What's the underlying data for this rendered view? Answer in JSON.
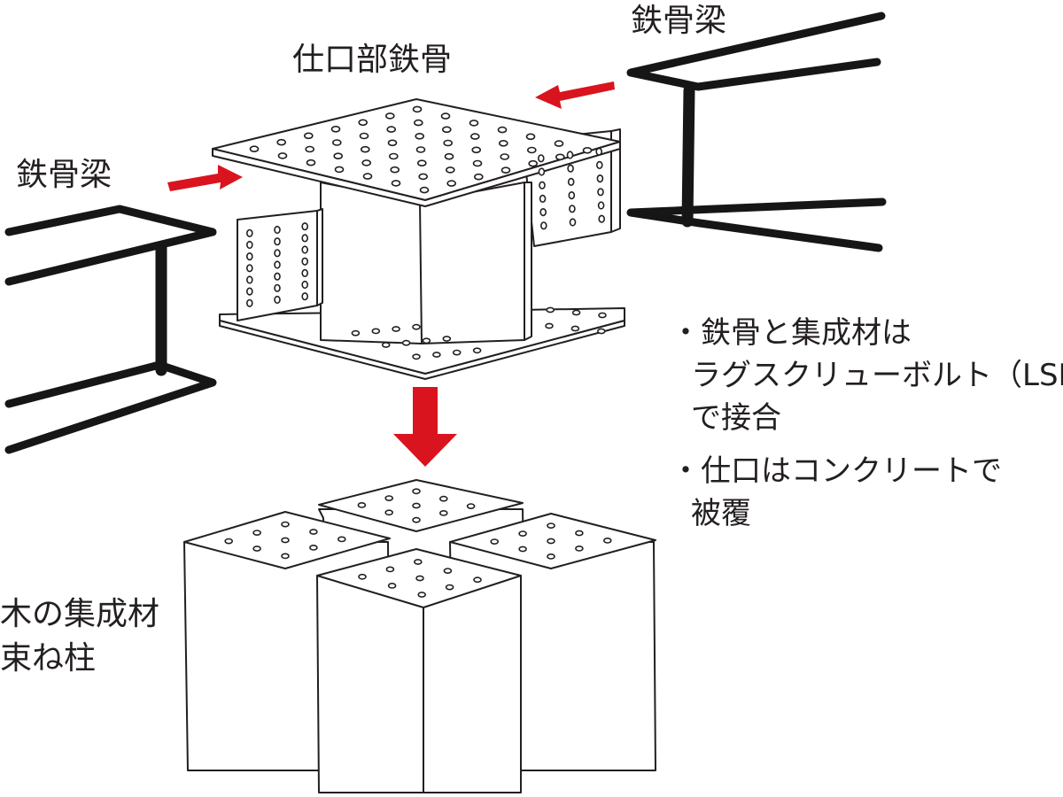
{
  "labels": {
    "beam_right": "鉄骨梁",
    "beam_left": "鉄骨梁",
    "joint": "仕口部鉄骨",
    "column_line1": "木の集成材",
    "column_line2": "束ね柱"
  },
  "notes": [
    {
      "lines": [
        "・鉄骨と集成材は",
        "ラグスクリューボルト（LSB）",
        "で接合"
      ]
    },
    {
      "lines": [
        "・仕口はコンクリートで",
        "被覆"
      ]
    }
  ],
  "colors": {
    "arrow": "#d9141e",
    "ink": "#231f20",
    "steel": "#161616"
  }
}
